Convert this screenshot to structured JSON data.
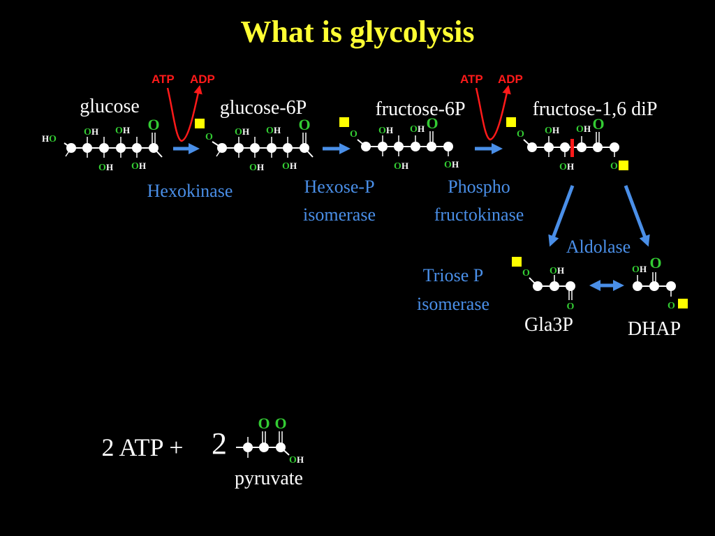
{
  "slide": {
    "title": "What is glycolysis",
    "molecules": {
      "glucose": "glucose",
      "glucose6p": "glucose-6P",
      "fructose6p": "fructose-6P",
      "fructose16dip": "fructose-1,6 diP",
      "gla3p": "Gla3P",
      "dhap": "DHAP",
      "pyruvate": "pyruvate"
    },
    "enzymes": {
      "hexokinase": "Hexokinase",
      "hexose_p_isomerase_line1": "Hexose-P",
      "hexose_p_isomerase_line2": "isomerase",
      "phosphofructokinase_line1": "Phospho",
      "phosphofructokinase_line2": "fructokinase",
      "aldolase": "Aldolase",
      "triose_p_isomerase_line1": "Triose P",
      "triose_p_isomerase_line2": "isomerase"
    },
    "cofactors": {
      "atp": "ATP",
      "adp": "ADP"
    },
    "atoms": {
      "o": "O",
      "h": "H"
    },
    "yield": {
      "atp_label": "2 ATP +",
      "pyruvate_count": "2"
    },
    "colors": {
      "title": "#ffff33",
      "enzyme": "#4a8fe8",
      "arrow": "#4a8fe8",
      "cofactor": "#ff1a1a",
      "oxygen": "#33cc33",
      "phosphate": "#ffff00",
      "text": "#ffffff"
    }
  }
}
